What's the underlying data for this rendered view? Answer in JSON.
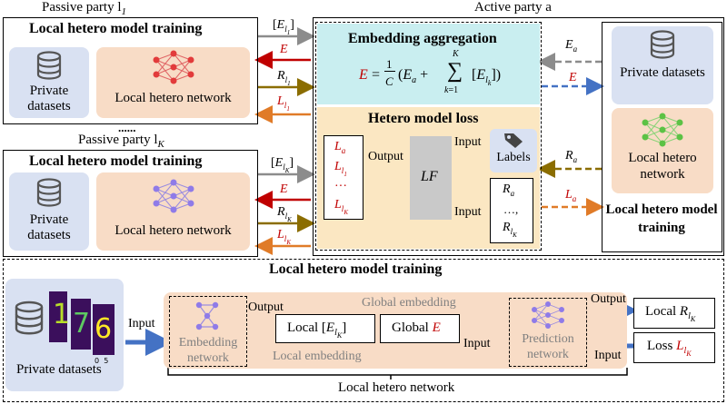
{
  "passive_top": {
    "title": "Passive party l",
    "title_sub": "1",
    "box_title": "Local hetero model training",
    "datasets": "Private datasets",
    "network": "Local hetero network"
  },
  "ellipsis": "......",
  "passive_bottom": {
    "title": "Passive party l",
    "title_sub": "K",
    "box_title": "Local hetero model training",
    "datasets": "Private datasets",
    "network": "Local hetero network"
  },
  "active": {
    "title": "Active party a",
    "aggregation_title": "Embedding aggregation",
    "formula": "E = 1/C (E_a + Σ_{k=1}^{K} [E_{l_k}])",
    "loss_title": "Hetero model loss",
    "output_label": "Output",
    "input_label_1": "Input",
    "input_label_2": "Input",
    "lf": "LF",
    "labels": "Labels",
    "losses": [
      "L_a",
      "L_l1",
      "···",
      "L_lK"
    ],
    "r_list": [
      "R_a",
      "…,",
      "R_lK"
    ],
    "datasets": "Private datasets",
    "network": "Local hetero network",
    "box_title": "Local hetero model training"
  },
  "arrows_top": [
    "[E_l1]",
    "E",
    "R_l1",
    "L_l1"
  ],
  "arrows_bottom": [
    "[E_lK]",
    "E",
    "R_lK",
    "L_lK"
  ],
  "arrows_active": [
    "E_a",
    "E",
    "R_a",
    "L_a"
  ],
  "bottom": {
    "title": "Local hetero model training",
    "datasets": "Private datasets",
    "input": "Input",
    "global_embedding": "Global embedding",
    "output": "Output",
    "embedding_network": "Embedding network",
    "local_ek": "Local [E_lK]",
    "global_e": "Global E",
    "input2": "Input",
    "prediction_network": "Prediction network",
    "local_embedding": "Local embedding",
    "output2": "Output",
    "local_r": "Local R_lK",
    "loss_l": "Loss L_lK",
    "input3": "Input",
    "network_caption": "Local hetero network",
    "digit_ticks": [
      "0",
      "5"
    ]
  },
  "colors": {
    "gray_arrow": "#8c8c8c",
    "red_arrow": "#c00000",
    "olive_arrow": "#8b6d00",
    "orange_arrow": "#e07b28",
    "blue_arrow": "#4472c4"
  }
}
